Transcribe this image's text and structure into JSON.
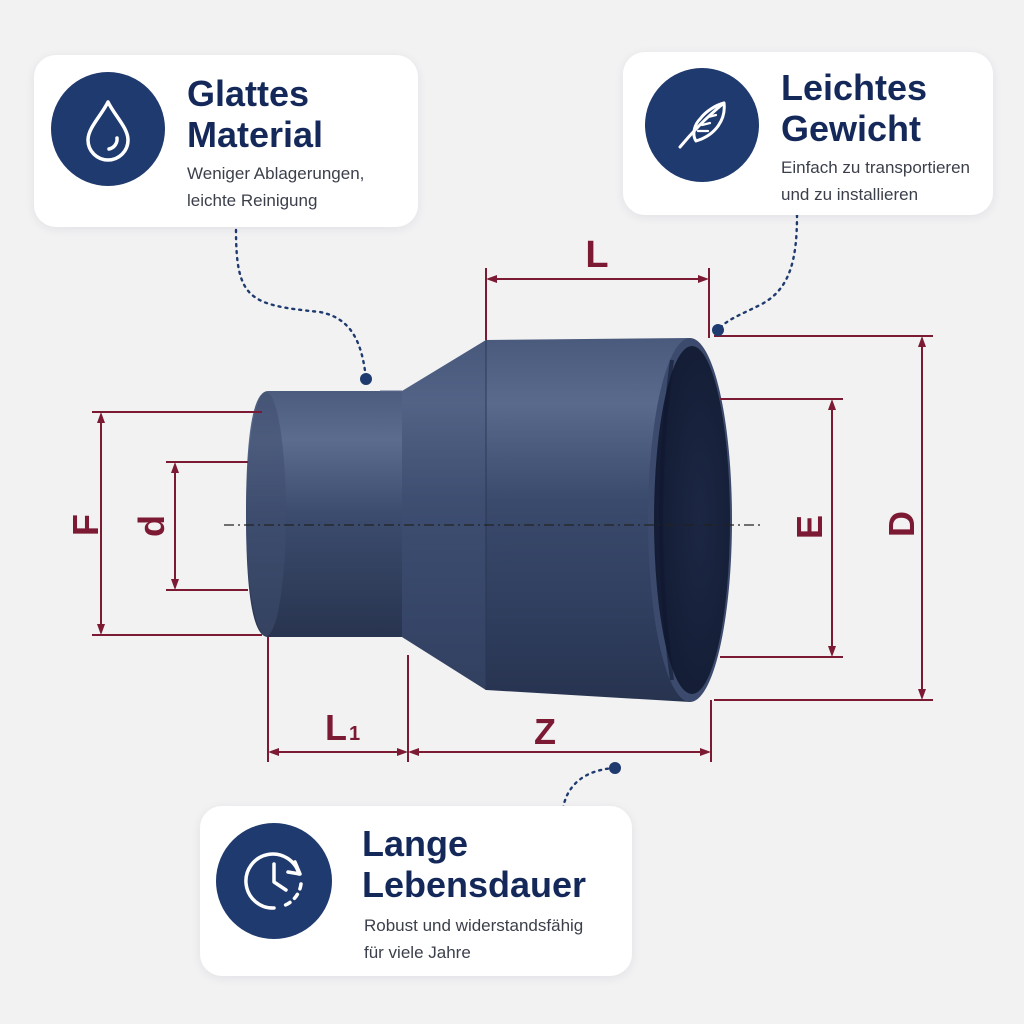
{
  "features": {
    "smooth": {
      "icon": "water-drop-icon",
      "title_line1": "Glattes",
      "title_line2": "Material",
      "desc_line1": "Weniger Ablagerungen,",
      "desc_line2": "leichte Reinigung"
    },
    "light": {
      "icon": "feather-icon",
      "title_line1": "Leichtes",
      "title_line2": "Gewicht",
      "desc_line1": "Einfach zu transportieren",
      "desc_line2": "und zu installieren"
    },
    "durable": {
      "icon": "clock-icon",
      "title_line1": "Lange",
      "title_line2": "Lebensdauer",
      "desc_line1": "Robust und widerstandsfähig",
      "desc_line2": "für viele Jahre"
    }
  },
  "dimensions": {
    "L": "L",
    "L1_main": "L",
    "L1_sub": "1",
    "Z": "Z",
    "F": "F",
    "d": "d",
    "E": "E",
    "D": "D"
  },
  "colors": {
    "badge": "#1f3a6e",
    "title": "#14285a",
    "dimension": "#7c1a33",
    "pipe": "#354566",
    "leader": "#1f3a6e"
  }
}
